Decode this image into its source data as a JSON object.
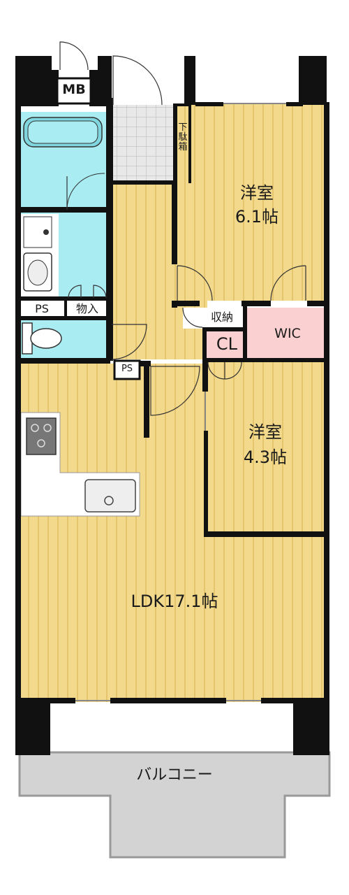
{
  "rooms": {
    "western1": {
      "name": "洋室",
      "size": "6.1帖"
    },
    "western2": {
      "name": "洋室",
      "size": "4.3帖"
    },
    "ldk": {
      "name": "LDK17.1帖"
    },
    "balcony": {
      "name": "バルコニー"
    },
    "wic": {
      "name": "WIC"
    },
    "cl": {
      "name": "CL"
    },
    "shunou": {
      "name": "収納"
    },
    "monoire": {
      "name": "物入"
    },
    "ps1": {
      "name": "PS"
    },
    "ps2": {
      "name": "PS"
    },
    "mb": {
      "name": "MB"
    },
    "getabako": {
      "name": "下駄箱"
    }
  },
  "colors": {
    "floor_wood": "#f3d98b",
    "floor_stripe": "#dcb65a",
    "wet_area": "#a9ecf2",
    "wic": "#fbd0d0",
    "balcony": "#d3d3d3",
    "entrance_tile": "#e4e4e4",
    "wall": "#111111"
  }
}
